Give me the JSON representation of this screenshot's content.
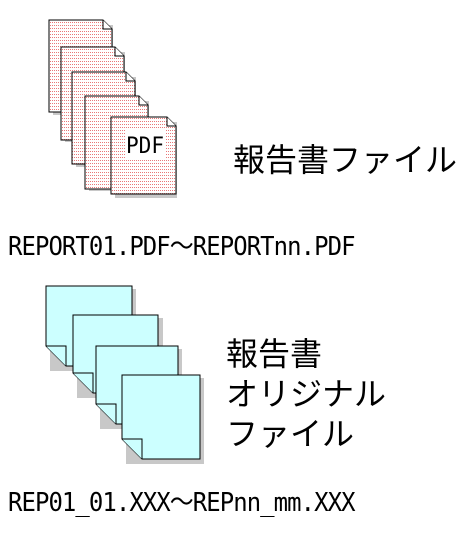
{
  "group_pdf": {
    "icon_text": "PDF",
    "label": "報告書ファイル",
    "range": "REPORT01.PDF～REPORTnn.PDF"
  },
  "group_orig": {
    "label_lines": [
      "報告書",
      "オリジナル",
      "ファイル"
    ],
    "range": "REP01_01.XXX～REPnn_mm.XXX"
  },
  "colors": {
    "pdf_paper": "#ffffff",
    "pdf_lines": "#e87878",
    "orig_paper": "#ccffff",
    "outline": "#000000",
    "shadow": "#c8c8c8"
  }
}
